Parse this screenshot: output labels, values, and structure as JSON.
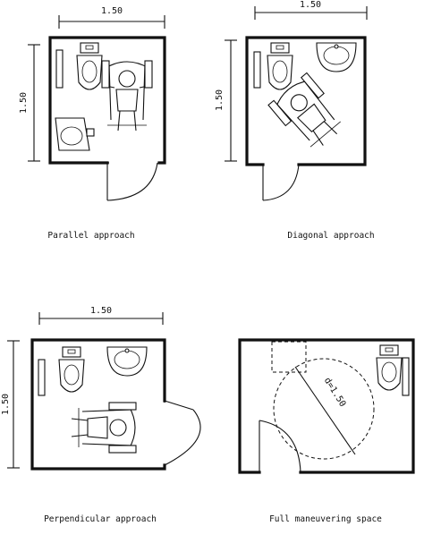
{
  "panels": [
    {
      "caption": "Parallel approach",
      "dim_width": "1.50",
      "dim_height": "1.50"
    },
    {
      "caption": "Diagonal approach",
      "dim_width": "1.50",
      "dim_height": "1.50"
    },
    {
      "caption": "Perpendicular approach",
      "dim_width": "1.50",
      "dim_height": "1.50"
    },
    {
      "caption": "Full maneuvering space",
      "diameter_label": "d=1.50"
    }
  ]
}
